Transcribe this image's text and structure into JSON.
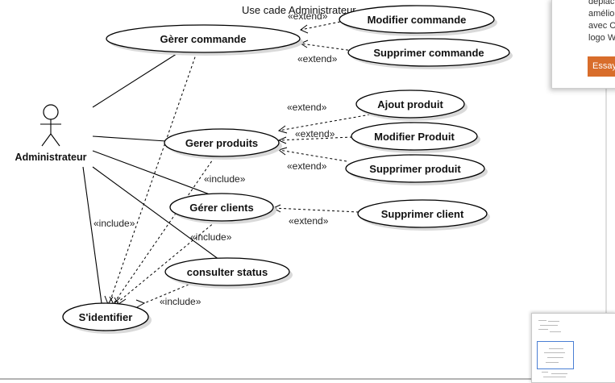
{
  "diagram": {
    "title": "Use cade Administrateur",
    "actor": {
      "label": "Administrateur"
    },
    "use_cases": {
      "gerer_commande": "Gèrer commande",
      "modifier_commande": "Modifier commande",
      "supprimer_commande": "Supprimer commande",
      "gerer_produits": "Gerer produits",
      "ajout_produit": "Ajout produit",
      "modifier_produit": "Modifier Produit",
      "supprimer_produit": "Supprimer produit",
      "gerer_clients": "Gérer clients",
      "supprimer_client": "Supprimer client",
      "consulter_status": "consulter status",
      "sidentifier": "S'identifier"
    },
    "stereotypes": {
      "extend": "«extend»",
      "include": "«include»"
    }
  },
  "notification": {
    "lines": [
      "déplac",
      "amélio",
      "avec C",
      "logo W"
    ],
    "button_label": "Essay"
  },
  "minimap": {
    "label": ""
  }
}
